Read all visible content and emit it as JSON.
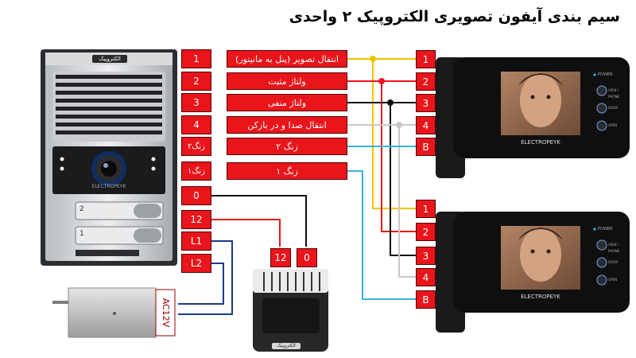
{
  "title": "سیم بندی آیفون تصویری الکتروپیک ۲ واحدی",
  "panel": {
    "brand": "الکتروپیک",
    "buttons": [
      "2",
      "1"
    ],
    "camera_label": "ELECTROPEYK"
  },
  "terminals": {
    "panel": [
      "1",
      "2",
      "3",
      "4",
      "زنگ۲",
      "زنگ۱"
    ],
    "power_out": [
      "0",
      "12",
      "L1",
      "L2"
    ],
    "monitor": [
      "1",
      "2",
      "3",
      "4",
      "B"
    ],
    "supply": [
      "12",
      "0"
    ]
  },
  "wire_labels": [
    "انتقال تصویر (پنل به مانیتور)",
    "ولتاژ مثبت",
    "ولتاژ منفی",
    "انتقال صدا و در بازکن",
    "زنگ ۲",
    "زنگ ۱"
  ],
  "monitor": {
    "brand": "ELECTROPEYK",
    "power_label": "POWER",
    "buttons": [
      "VIEW / PHONE",
      "DOOR",
      "OPEN"
    ]
  },
  "lock_label": "AC12V",
  "supply_brand": "الکتروپیک",
  "colors": {
    "box": "#e8151b",
    "wire1": "#f2c200",
    "wire2": "#e8151b",
    "wire3": "#111111",
    "wire4": "#c8c8c8",
    "wireB": "#35b6dc",
    "wireLock": "#1b3a8a"
  }
}
